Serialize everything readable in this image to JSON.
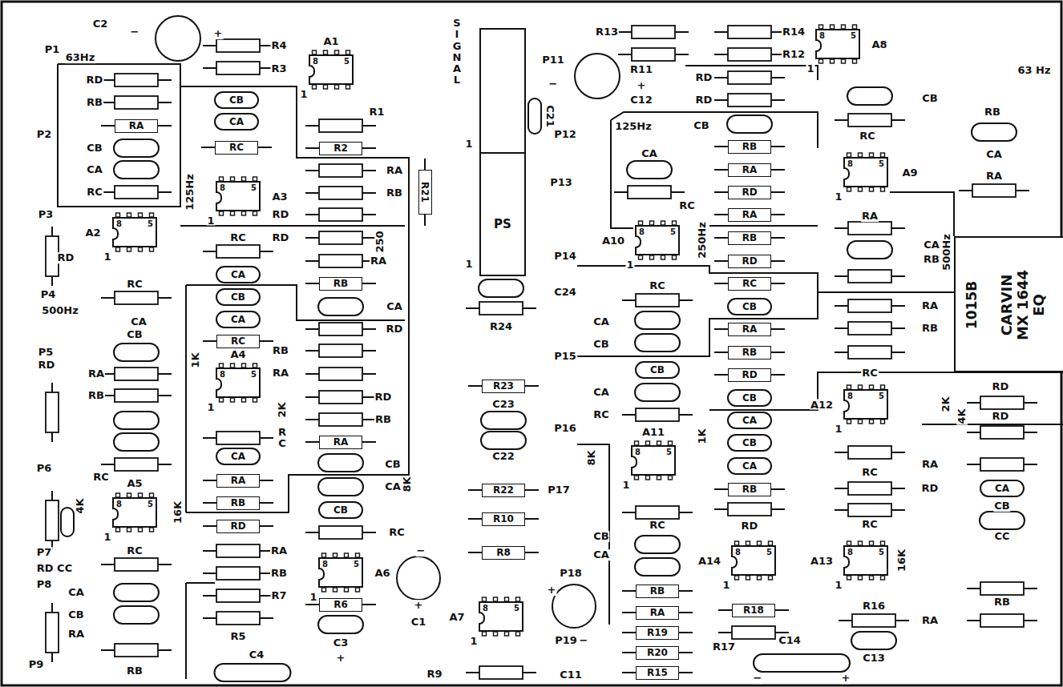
{
  "diagram": {
    "nodes": [
      {
        "text": [
          "A1",
          "8",
          "5",
          "1"
        ]
      },
      {
        "text": [
          "RA"
        ]
      },
      {
        "text": [
          "CB"
        ]
      },
      {
        "text": [
          "CA"
        ]
      },
      {
        "text": [
          "RC"
        ]
      },
      {
        "text": [
          "R2"
        ]
      },
      {
        "text": [
          "R21"
        ]
      },
      {
        "text": [
          "A2",
          "8",
          "5",
          "1"
        ]
      },
      {
        "text": [
          "A3",
          "8",
          "5",
          "1"
        ]
      },
      {
        "text": [
          "CA"
        ]
      },
      {
        "text": [
          "RB"
        ]
      },
      {
        "text": [
          "CB"
        ]
      },
      {
        "text": [
          "CA"
        ]
      },
      {
        "text": [
          "RC"
        ]
      },
      {
        "text": [
          "A4",
          "8",
          "5",
          "1"
        ]
      },
      {
        "text": [
          "RA"
        ]
      },
      {
        "text": [
          "CA"
        ]
      },
      {
        "text": [
          "RA"
        ]
      },
      {
        "text": [
          "RB"
        ]
      },
      {
        "text": [
          "RD"
        ]
      },
      {
        "text": [
          "CB"
        ]
      },
      {
        "text": [
          "A5",
          "8",
          "5",
          "1"
        ]
      },
      {
        "text": [
          "A6",
          "8",
          "5",
          "1"
        ]
      },
      {
        "text": [
          "R6"
        ]
      },
      {
        "text": [
          "R23"
        ]
      },
      {
        "text": [
          "R22"
        ]
      },
      {
        "text": [
          "R10"
        ]
      },
      {
        "text": [
          "R8"
        ]
      },
      {
        "text": [
          "A7",
          "8",
          "5",
          "1"
        ]
      },
      {
        "text": [
          "A8",
          "8",
          "5",
          "1"
        ]
      },
      {
        "text": [
          "RB"
        ]
      },
      {
        "text": [
          "RA"
        ]
      },
      {
        "text": [
          "RD"
        ]
      },
      {
        "text": [
          "A9",
          "8",
          "5",
          "1"
        ]
      },
      {
        "text": [
          "RA"
        ]
      },
      {
        "text": [
          "RB"
        ]
      },
      {
        "text": [
          "A10",
          "8",
          "5",
          "1"
        ]
      },
      {
        "text": [
          "RD"
        ]
      },
      {
        "text": [
          "RC"
        ]
      },
      {
        "text": [
          "CB"
        ]
      },
      {
        "text": [
          "RA"
        ]
      },
      {
        "text": [
          "RB"
        ]
      },
      {
        "text": [
          "CB"
        ]
      },
      {
        "text": [
          "RD"
        ]
      },
      {
        "text": [
          "CB"
        ]
      },
      {
        "text": [
          "1015B",
          "CARVIN MX 1644 EQ"
        ]
      },
      {
        "text": [
          "A12",
          "8",
          "5",
          "1"
        ]
      },
      {
        "text": [
          "CA"
        ]
      },
      {
        "text": [
          "CB"
        ]
      },
      {
        "text": [
          "A11",
          "8",
          "5",
          "1"
        ]
      },
      {
        "text": [
          "CA"
        ]
      },
      {
        "text": [
          "RB"
        ]
      },
      {
        "text": [
          "CA"
        ]
      },
      {
        "text": [
          "A14",
          "8",
          "5",
          "1"
        ]
      },
      {
        "text": [
          "A13",
          "8",
          "5",
          "1"
        ]
      },
      {
        "text": [
          "RB"
        ]
      },
      {
        "text": [
          "R18"
        ]
      },
      {
        "text": [
          "RA"
        ]
      },
      {
        "text": [
          "R19"
        ]
      },
      {
        "text": [
          "R20"
        ]
      },
      {
        "text": [
          "R15"
        ]
      },
      {
        "text": [
          "PS"
        ]
      }
    ],
    "labels": [
      "C2",
      "−",
      "+",
      "R4",
      "R3",
      "P1",
      "63Hz",
      "RD",
      "RB",
      "P2",
      "CB",
      "CA",
      "RC",
      "P3",
      "R1",
      "125Hz",
      "RA",
      "RB",
      "RD",
      "RD",
      "RC",
      "250",
      "RA",
      "CA",
      "RD",
      "RD",
      "P4",
      "500Hz",
      "RC",
      "CA",
      "CB",
      "1K",
      "RB",
      "RA",
      "RD",
      "RB",
      "2K",
      "P5",
      "RD",
      "RA",
      "RB",
      "R C",
      "CB",
      "CA",
      "8K",
      "RC",
      "P6",
      "RC",
      "4K",
      "16K",
      "P7",
      "RD CC",
      "RC",
      "RA",
      "RB",
      "R7",
      "P8",
      "CA",
      "CB",
      "RA",
      "R5",
      "RB",
      "P9",
      "C4",
      "C3",
      "+",
      "−",
      "+",
      "C1",
      "SIGNAL",
      "1",
      "1",
      "C21",
      "R24",
      "C23",
      "C22",
      "P17",
      "R9",
      "P18",
      "+",
      "P19",
      "−",
      "C11",
      "R13",
      "R11",
      "R14",
      "R12",
      "P11",
      "−",
      "+",
      "C12",
      "P12",
      "RD",
      "RD",
      "125Hz",
      "CB",
      "CA",
      "RC",
      "P13",
      "250Hz",
      "P14",
      "C24",
      "RC",
      "CA",
      "CB",
      "P15",
      "CA",
      "RC",
      "P16",
      "8K",
      "RC",
      "CB",
      "CA",
      "1K",
      "RD",
      "R17",
      "C14",
      "−",
      "+",
      "CB",
      "RC",
      "63 Hz",
      "RB",
      "CA",
      "RA",
      "RA",
      "CA",
      "RB",
      "500Hz",
      "RA",
      "RB",
      "RC",
      "2K",
      "RD",
      "4K",
      "RD",
      "RC",
      "RA",
      "RD",
      "RC",
      "CB",
      "CC",
      "16K",
      "RB",
      "RA",
      "R16",
      "C13"
    ]
  }
}
